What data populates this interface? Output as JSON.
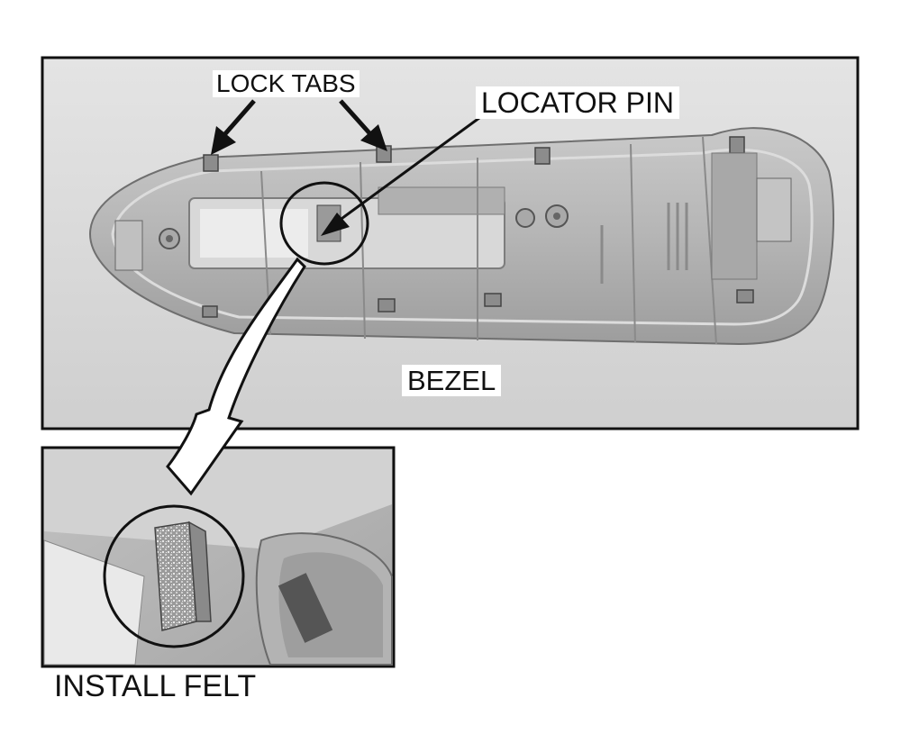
{
  "labels": {
    "lock_tabs": "LOCK TABS",
    "locator_pin": "LOCATOR PIN",
    "bezel": "BEZEL",
    "install_felt": "INSTALL FELT"
  },
  "colors": {
    "photo_background": "#d6d6d6",
    "part_plastic": "#b9b9b9",
    "part_shadow": "#8f8f8f",
    "frame_border": "#111111",
    "label_background": "#ffffff"
  }
}
